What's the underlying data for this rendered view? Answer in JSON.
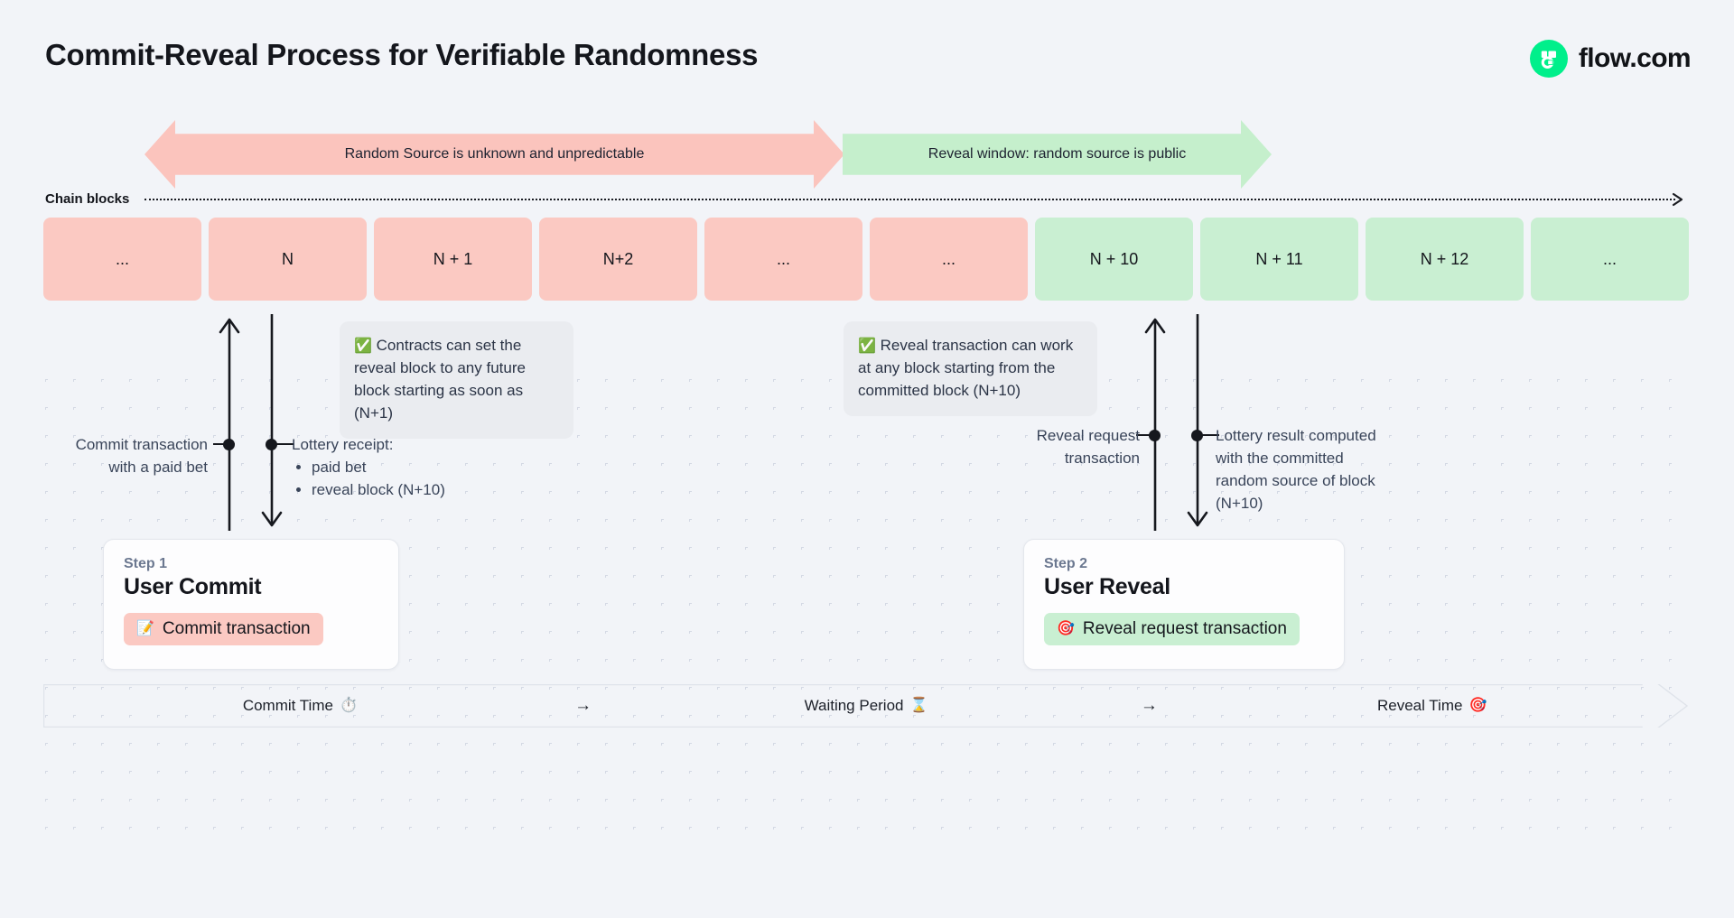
{
  "header": {
    "title": "Commit-Reveal Process for Verifiable Randomness",
    "brand_name": "flow.com",
    "brand_color": "#00ef8b"
  },
  "banners": [
    {
      "id": "unknown",
      "label": "Random Source is unknown and unpredictable",
      "color": "#fbc4bd",
      "direction": "both"
    },
    {
      "id": "reveal",
      "label": "Reveal window: random source is public",
      "color": "#c5efcc",
      "direction": "right"
    }
  ],
  "chain": {
    "label": "Chain blocks",
    "blocks": [
      {
        "label": "...",
        "state": "pink"
      },
      {
        "label": "N",
        "state": "pink"
      },
      {
        "label": "N + 1",
        "state": "pink"
      },
      {
        "label": "N+2",
        "state": "pink"
      },
      {
        "label": "...",
        "state": "pink"
      },
      {
        "label": "...",
        "state": "pink"
      },
      {
        "label": "N + 10",
        "state": "green"
      },
      {
        "label": "N + 11",
        "state": "green"
      },
      {
        "label": "N + 12",
        "state": "green"
      },
      {
        "label": "...",
        "state": "green"
      }
    ],
    "pink_color": "#fbc9c2",
    "green_color": "#c9efd2"
  },
  "notes": [
    {
      "id": "commit-note",
      "icon": "✅",
      "text": "Contracts can set the reveal block to any future block starting as soon as (N+1)"
    },
    {
      "id": "reveal-note",
      "icon": "✅",
      "text": "Reveal transaction can work at any block starting from the committed block (N+10)"
    }
  ],
  "annotations": {
    "commit_transaction": "Commit transaction with a paid bet",
    "lottery_receipt_title": "Lottery receipt:",
    "lottery_receipt_items": [
      "paid bet",
      "reveal block (N+10)"
    ],
    "reveal_request": "Reveal request transaction",
    "lottery_result": "Lottery result computed with the committed random source of block (N+10)"
  },
  "steps": [
    {
      "kicker": "Step 1",
      "title": "User Commit",
      "pill_icon": "📝",
      "pill_label": "Commit transaction",
      "pill_color": "#fbc9c2"
    },
    {
      "kicker": "Step 2",
      "title": "User Reveal",
      "pill_icon": "🎯",
      "pill_label": "Reveal request transaction",
      "pill_color": "#c9efd2"
    }
  ],
  "timeline": {
    "segments": [
      {
        "label": "Commit Time",
        "emoji": "⏱️"
      },
      {
        "label": "Waiting Period",
        "emoji": "⌛"
      },
      {
        "label": "Reveal Time",
        "emoji": "🎯"
      }
    ],
    "separator": "→"
  }
}
